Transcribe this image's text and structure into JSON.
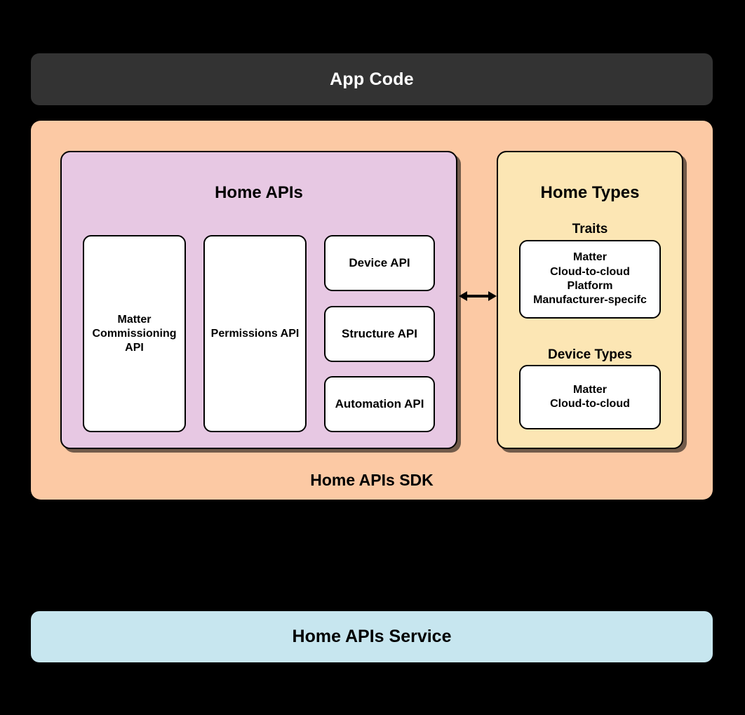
{
  "colors": {
    "background": "#000000",
    "app_code_bar": "#333333",
    "sdk_container": "#FCC9A4",
    "home_apis_panel": "#E7C8E3",
    "home_types_panel": "#FCE6B4",
    "service_bar": "#C7E6EF",
    "box_fill": "#FFFFFF",
    "stroke": "#000000",
    "app_code_text": "#FFFFFF"
  },
  "app_code": {
    "label": "App Code"
  },
  "sdk": {
    "label": "Home APIs SDK"
  },
  "home_apis": {
    "title": "Home APIs",
    "tall_boxes": [
      {
        "label": "Matter\nCommissioning\nAPI"
      },
      {
        "label": "Permissions API"
      }
    ],
    "stacked_boxes": [
      {
        "label": "Device API"
      },
      {
        "label": "Structure API"
      },
      {
        "label": "Automation API"
      }
    ]
  },
  "home_types": {
    "title": "Home Types",
    "sections": [
      {
        "heading": "Traits",
        "items": "Matter\nCloud-to-cloud\nPlatform\nManufacturer-specifc"
      },
      {
        "heading": "Device Types",
        "items": "Matter\nCloud-to-cloud"
      }
    ]
  },
  "connector": {
    "icon": "double-headed-arrow"
  },
  "service": {
    "label": "Home APIs Service"
  }
}
